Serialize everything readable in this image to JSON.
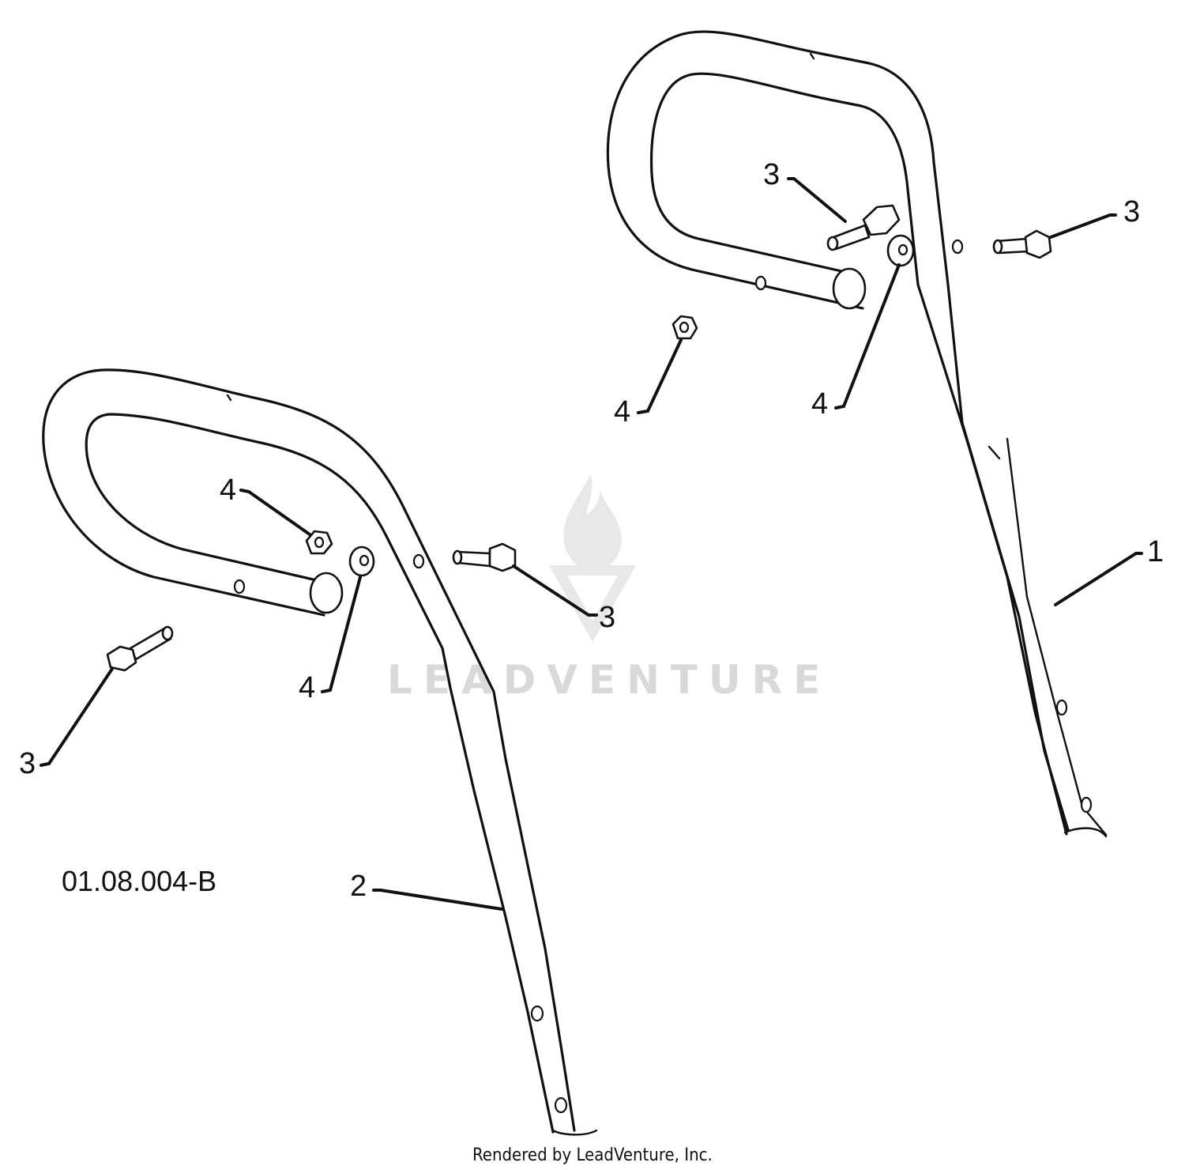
{
  "diagram": {
    "figure_code": "01.08.004-B",
    "watermark": "LEADVENTURE",
    "credit": "Rendered by LeadVenture, Inc.",
    "callouts": {
      "c1": "1",
      "c2": "2",
      "c3_right_center": "3",
      "c3_right_outer": "3",
      "c3_left_inner": "3",
      "c3_left_outer": "3",
      "c4_right_nut": "4",
      "c4_right_washer": "4",
      "c4_left_nut": "4",
      "c4_left_washer": "4"
    }
  }
}
